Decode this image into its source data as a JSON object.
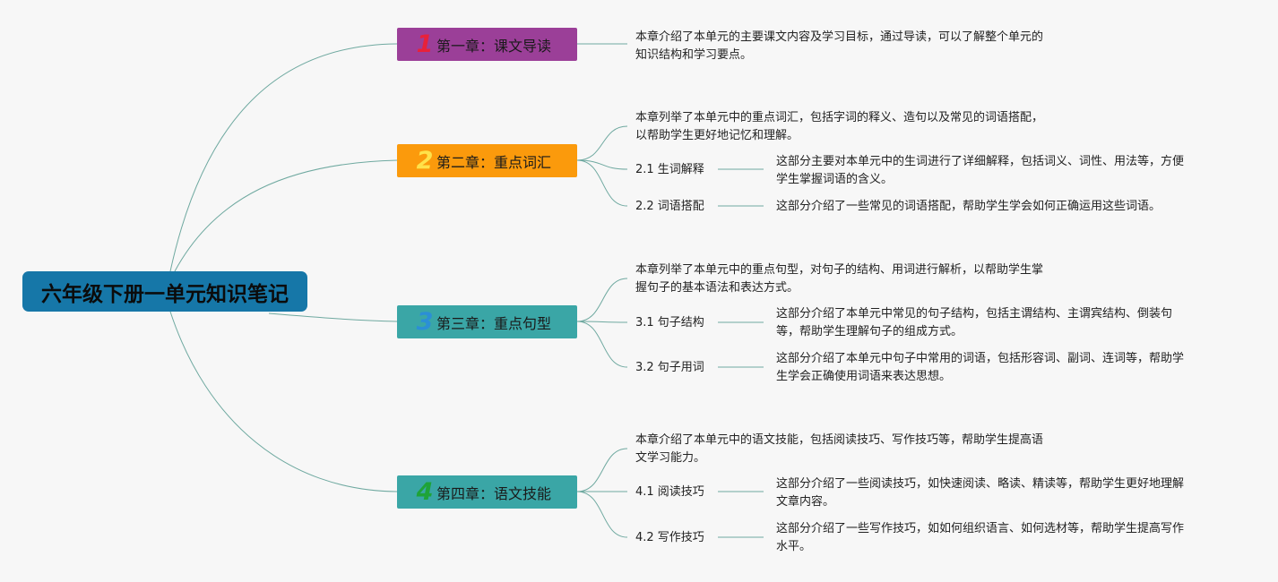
{
  "root": {
    "title": "六年级下册一单元知识笔记"
  },
  "colors": {
    "root_bg": "#1677a8",
    "line": "#6fa9a0",
    "ch1_bg": "#9b3f98",
    "ch1_num": "#e8213a",
    "ch2_bg": "#fb9a0c",
    "ch2_num": "#ffe24a",
    "ch3_bg": "#3aa6a6",
    "ch3_num": "#2b8fd6",
    "ch4_bg": "#3aa6a6",
    "ch4_num": "#1ea338"
  },
  "chapters": [
    {
      "num": "1",
      "title": "第一章：课文导读",
      "desc": [
        "本章介绍了本单元的主要课文内容及学习目标，通过导读，可以了解整个单元的",
        "知识结构和学习要点。"
      ],
      "subs": []
    },
    {
      "num": "2",
      "title": "第二章：重点词汇",
      "desc": [
        "本章列举了本单元中的重点词汇，包括字词的释义、造句以及常见的词语搭配，",
        "以帮助学生更好地记忆和理解。"
      ],
      "subs": [
        {
          "label": "2.1 生词解释",
          "desc": [
            "这部分主要对本单元中的生词进行了详细解释，包括词义、词性、用法等，方便",
            "学生掌握词语的含义。"
          ]
        },
        {
          "label": "2.2 词语搭配",
          "desc": [
            "这部分介绍了一些常见的词语搭配，帮助学生学会如何正确运用这些词语。"
          ]
        }
      ]
    },
    {
      "num": "3",
      "title": "第三章：重点句型",
      "desc": [
        "本章列举了本单元中的重点句型，对句子的结构、用词进行解析，以帮助学生掌",
        "握句子的基本语法和表达方式。"
      ],
      "subs": [
        {
          "label": "3.1 句子结构",
          "desc": [
            "这部分介绍了本单元中常见的句子结构，包括主谓结构、主谓宾结构、倒装句",
            "等，帮助学生理解句子的组成方式。"
          ]
        },
        {
          "label": "3.2 句子用词",
          "desc": [
            "这部分介绍了本单元中句子中常用的词语，包括形容词、副词、连词等，帮助学",
            "生学会正确使用词语来表达思想。"
          ]
        }
      ]
    },
    {
      "num": "4",
      "title": "第四章：语文技能",
      "desc": [
        "本章介绍了本单元中的语文技能，包括阅读技巧、写作技巧等，帮助学生提高语",
        "文学习能力。"
      ],
      "subs": [
        {
          "label": "4.1 阅读技巧",
          "desc": [
            "这部分介绍了一些阅读技巧，如快速阅读、略读、精读等，帮助学生更好地理解",
            "文章内容。"
          ]
        },
        {
          "label": "4.2 写作技巧",
          "desc": [
            "这部分介绍了一些写作技巧，如如何组织语言、如何选材等，帮助学生提高写作",
            "水平。"
          ]
        }
      ]
    }
  ]
}
